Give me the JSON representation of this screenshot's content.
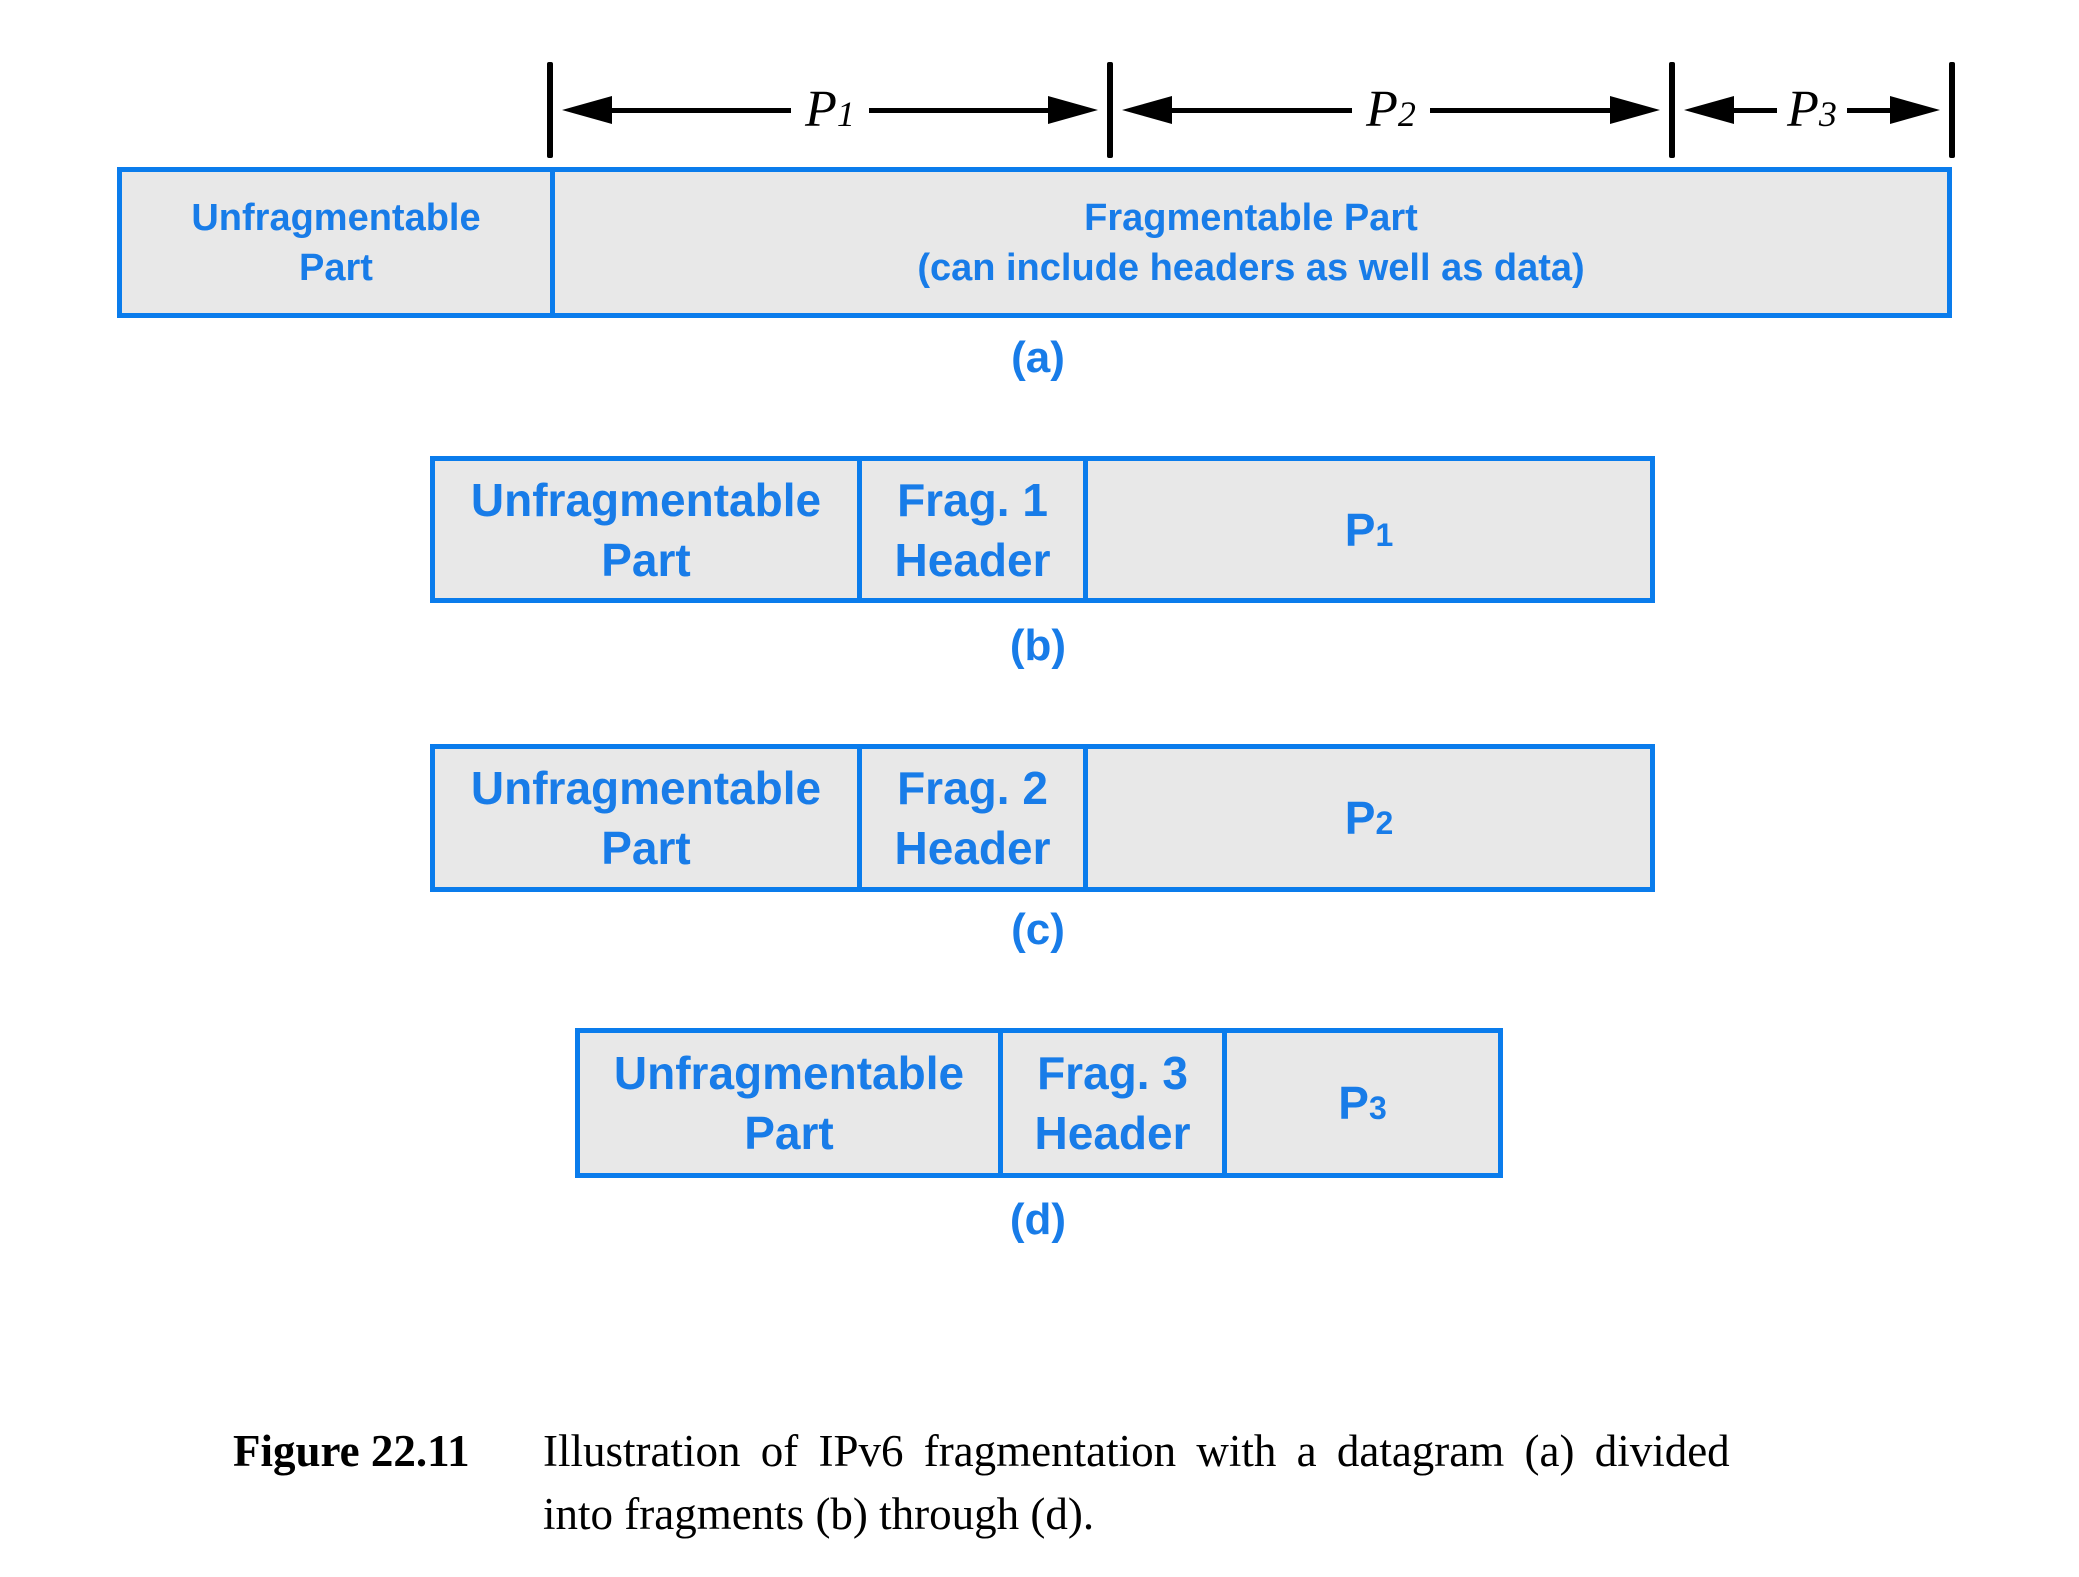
{
  "colors": {
    "box_border_blue": "#0a7cec",
    "box_text_blue": "#187ce8",
    "box_fill_gray": "#e8e8e8",
    "ink_black": "#000000",
    "background": "#ffffff"
  },
  "ruler": {
    "p1": {
      "base": "P",
      "sub": "1"
    },
    "p2": {
      "base": "P",
      "sub": "2"
    },
    "p3": {
      "base": "P",
      "sub": "3"
    }
  },
  "datagram_a": {
    "unfragmentable": {
      "line1": "Unfragmentable",
      "line2": "Part"
    },
    "fragmentable": {
      "line1": "Fragmentable Part",
      "line2": "(can include headers as well as data)"
    },
    "label": "(a)"
  },
  "fragment_b": {
    "unfragmentable": {
      "line1": "Unfragmentable",
      "line2": "Part"
    },
    "header": {
      "line1": "Frag. 1",
      "line2": "Header"
    },
    "payload": {
      "base": "P",
      "sub": "1"
    },
    "label": "(b)"
  },
  "fragment_c": {
    "unfragmentable": {
      "line1": "Unfragmentable",
      "line2": "Part"
    },
    "header": {
      "line1": "Frag. 2",
      "line2": "Header"
    },
    "payload": {
      "base": "P",
      "sub": "2"
    },
    "label": "(c)"
  },
  "fragment_d": {
    "unfragmentable": {
      "line1": "Unfragmentable",
      "line2": "Part"
    },
    "header": {
      "line1": "Frag. 3",
      "line2": "Header"
    },
    "payload": {
      "base": "P",
      "sub": "3"
    },
    "label": "(d)"
  },
  "caption": {
    "label": "Figure 22.11",
    "line1": "Illustration of IPv6 fragmentation with a datagram (a) divided",
    "line2": "into fragments (b) through (d)."
  }
}
